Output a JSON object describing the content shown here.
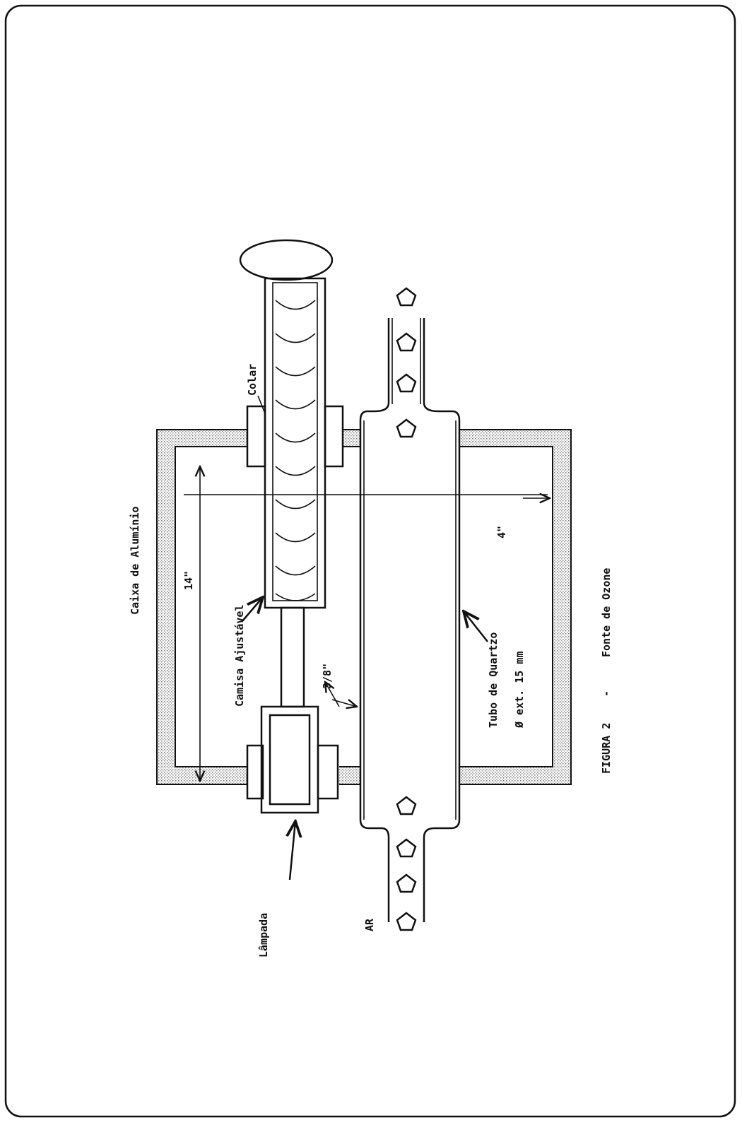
{
  "labels": {
    "aluminum_box": "Caixa de Alumínio",
    "adjustable_jacket": "Camisa Ajustável",
    "collar": "Colar",
    "length_dim": "14\"",
    "width_dim": "4\"",
    "gap_dim": "3/8\"",
    "quartz_tube": "Tubo de Quartzo",
    "quartz_diameter": "Ø ext. 15 mm",
    "lamp": "Lâmpada",
    "air": "AR"
  },
  "caption": {
    "figure": "FIGURA 2",
    "separator": "-",
    "title": "Fonte de Ozone"
  },
  "colors": {
    "ink": "#111111",
    "hatch": "#9a9a9a"
  }
}
